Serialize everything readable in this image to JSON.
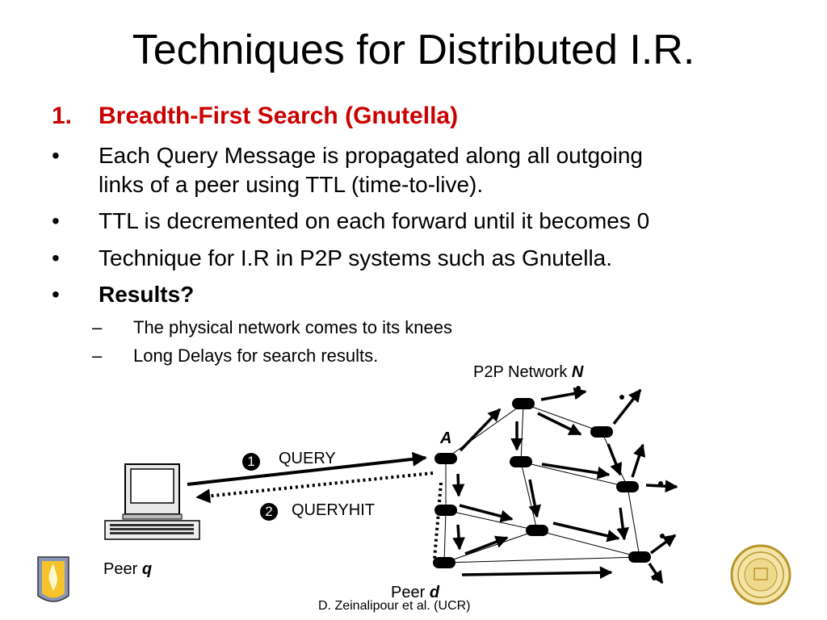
{
  "slide": {
    "title": "Techniques for Distributed I.R.",
    "heading": {
      "number": "1.",
      "text": "Breadth-First Search (Gnutella)"
    },
    "bullets": [
      {
        "marker": "•",
        "lines": [
          "Each Query Message is propagated along all outgoing",
          "links of a peer using TTL (time-to-live)."
        ]
      },
      {
        "marker": "•",
        "lines": [
          "TTL is decremented on each forward until it becomes 0"
        ]
      },
      {
        "marker": "•",
        "lines": [
          "Technique for I.R in P2P systems such as Gnutella."
        ]
      },
      {
        "marker": "•",
        "lines": [
          "Results?"
        ],
        "bold": true
      }
    ],
    "subbullets": [
      {
        "marker": "–",
        "text": "The physical network comes to its knees"
      },
      {
        "marker": "–",
        "text": "Long Delays for search results."
      }
    ],
    "footer": "D. Zeinalipour et al. (UCR)"
  },
  "diagram": {
    "network_label": "P2P Network",
    "network_symbol": "N",
    "node_a_label": "A",
    "query_number": "1",
    "query_label": "QUERY",
    "queryhit_number": "2",
    "queryhit_label": "QUERYHIT",
    "peer_q_prefix": "Peer",
    "peer_q_symbol": "q",
    "peer_d_prefix": "Peer",
    "peer_d_symbol": "d",
    "icons": [
      "computer-icon",
      "flame-logo-icon",
      "university-seal-icon"
    ]
  }
}
